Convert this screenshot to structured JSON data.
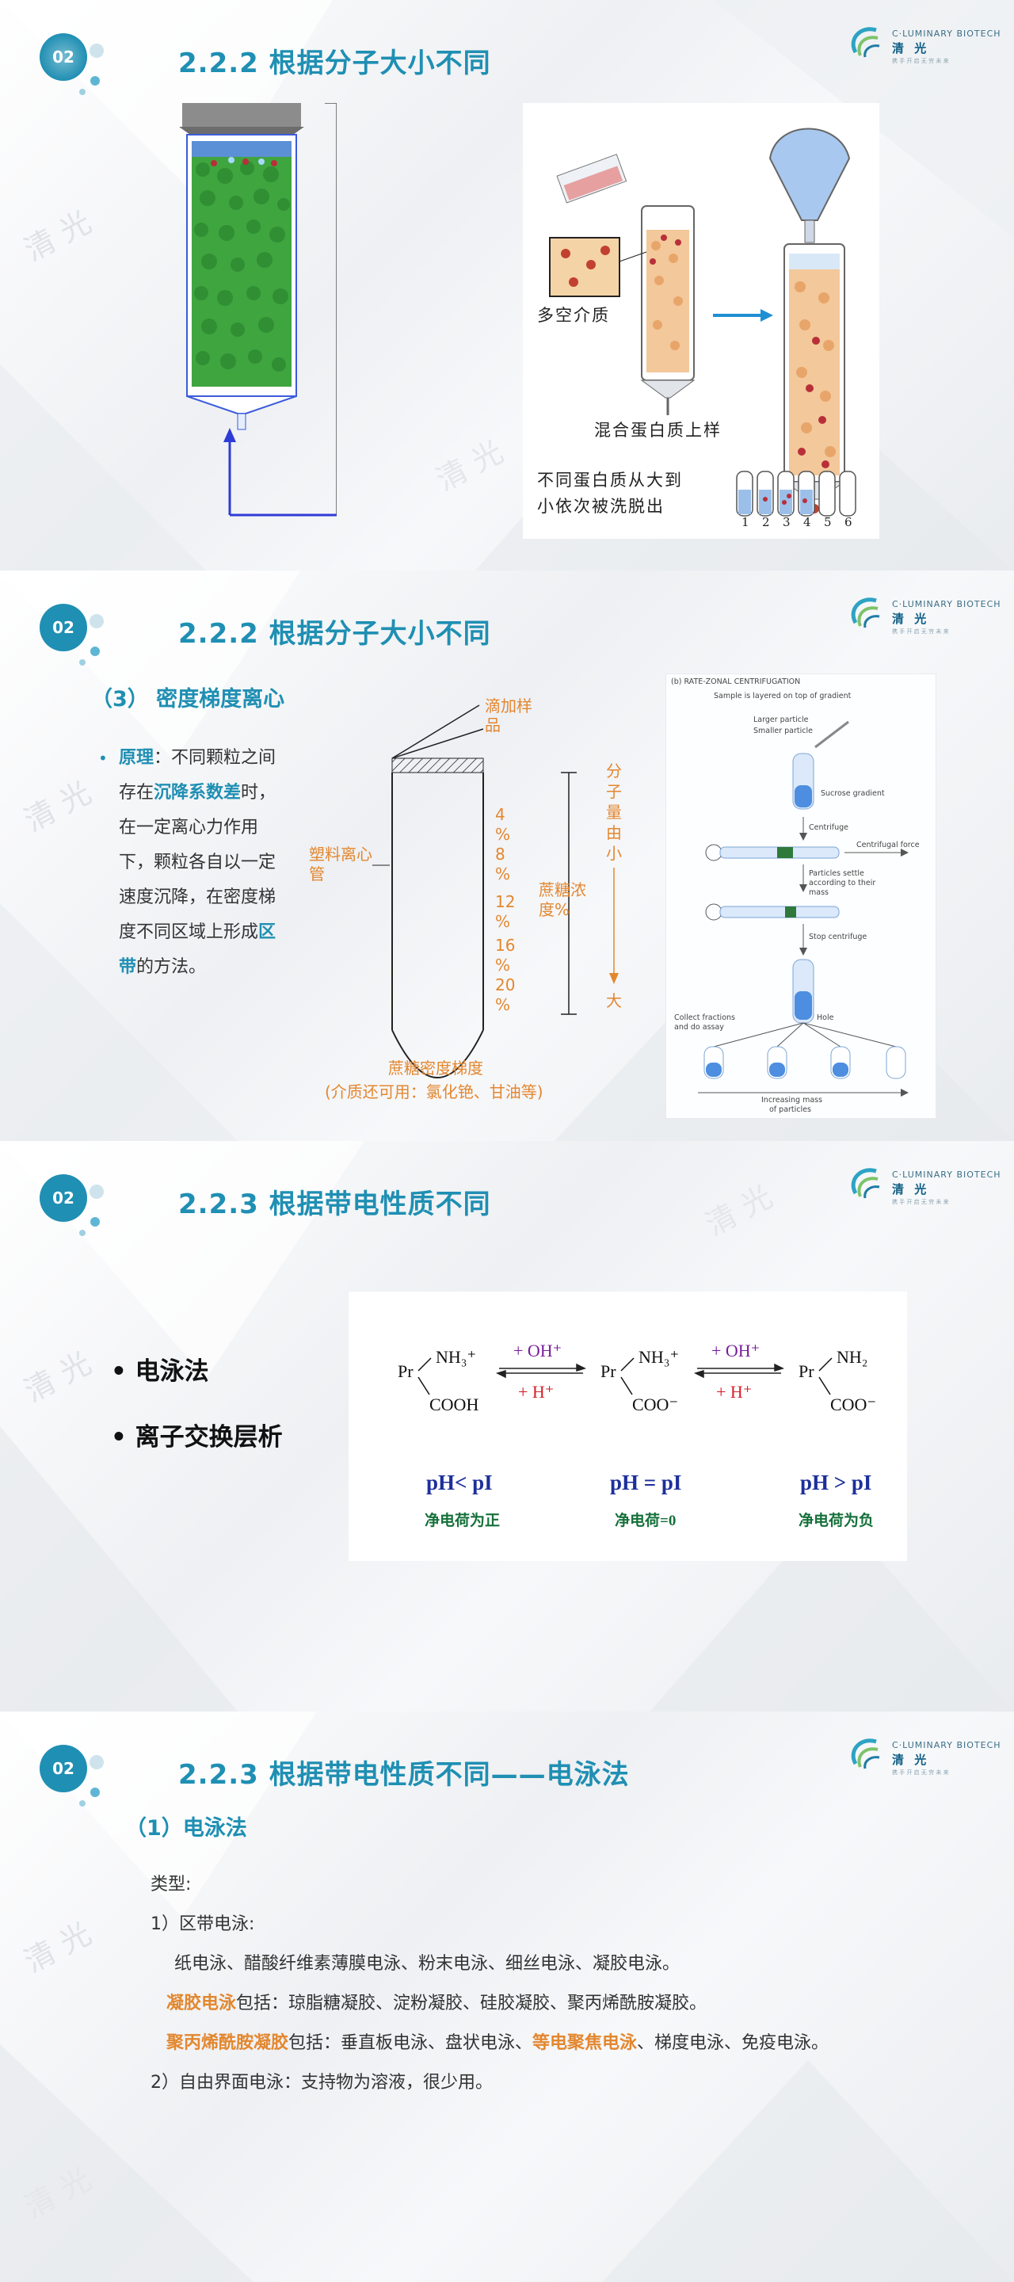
{
  "common": {
    "badge_number": "02",
    "logo_brand": "C·LUMINARY BIOTECH",
    "logo_cn": "清 光",
    "logo_sub": "携 手 开 启 无 穷 未 来",
    "watermark": "清 光"
  },
  "slide1": {
    "title": "2.2.2  根据分子大小不同",
    "label_porous": "多空介质",
    "label_load": "混合蛋白质上样",
    "label_elute_1": "不同蛋白质从大到",
    "label_elute_2": "小依次被洗脱出",
    "fraction_numbers": [
      "1",
      "2",
      "3",
      "4",
      "5",
      "6"
    ]
  },
  "slide2": {
    "title": "2.2.2  根据分子大小不同",
    "subtitle": "（3） 密度梯度离心",
    "principle_label": "原理",
    "principle_a": "：不同颗粒之间存在",
    "principle_hl1": "沉降系数差",
    "principle_b": "时，在一定离心力作用下，颗粒各自以一定速度沉降，在密度梯度不同区域上形成",
    "principle_hl2": "区带",
    "principle_c": "的方法。",
    "diagram": {
      "add_sample_1": "滴加样",
      "add_sample_2": "品",
      "tube_1": "塑料离心",
      "tube_2": "管",
      "percents": [
        "4",
        "%",
        "8",
        "%",
        "12",
        "%",
        "16",
        "%",
        "20",
        "%"
      ],
      "sucrose_1": "蔗糖浓",
      "sucrose_2": "度%",
      "mw_1": "分",
      "mw_2": "子",
      "mw_3": "量",
      "mw_4": "由",
      "mw_5": "小",
      "mw_big": "大",
      "gradient": "蔗糖密度梯度",
      "medium_note": "(介质还可用：氯化铯、甘油等)"
    },
    "ref_figure": {
      "title": "(b) RATE-ZONAL CENTRIFUGATION",
      "step1": "Sample is layered on top of gradient",
      "larger": "Larger particle",
      "smaller": "Smaller particle",
      "sucrose": "Sucrose gradient",
      "centrifuge": "Centrifuge",
      "force": "Centrifugal force",
      "settle_1": "Particles settle",
      "settle_2": "according to their",
      "settle_3": "mass",
      "stop": "Stop centrifuge",
      "hole": "Hole",
      "collect_1": "Collect fractions",
      "collect_2": "and do assay",
      "mass_1": "Increasing mass",
      "mass_2": "of particles"
    }
  },
  "slide3": {
    "title": "2.2.3  根据带电性质不同",
    "methods": [
      "• 电泳法",
      "• 离子交换层析"
    ],
    "equation": {
      "arrow1_top": "+ OH⁺",
      "arrow1_bottom": "+ H⁺",
      "arrow2_top": "+ OH⁺",
      "arrow2_bottom": "+ H⁺",
      "pr": "Pr",
      "nh3_plus": "NH₃⁺",
      "nh2": "NH₂",
      "cooh": "COOH",
      "coo_minus": "COO⁻",
      "cond1": "pH< pI",
      "cond2": "pH = pI",
      "cond3": "pH > pI",
      "charge1": "净电荷为正",
      "charge2": "净电荷=0",
      "charge3": "净电荷为负"
    }
  },
  "slide4": {
    "title": "2.2.3  根据带电性质不同——电泳法",
    "subtitle": "（1）电泳法",
    "type_label": "类型:",
    "zone_label": "1）区带电泳:",
    "zone_list": "纸电泳、醋酸纤维素薄膜电泳、粉末电泳、细丝电泳、凝胶电泳。",
    "gel_label": "凝胶电泳",
    "gel_text": "包括：琼脂糖凝胶、淀粉凝胶、硅胶凝胶、聚丙烯酰胺凝胶。",
    "page_label": "聚丙烯酰胺凝胶",
    "page_text_a": "包括：垂直板电泳、盘状电泳、",
    "page_hl": "等电聚焦电泳",
    "page_text_b": "、梯度电泳、免疫电泳。",
    "free_label": "2）自由界面电泳：支持物为溶液，很少用。"
  },
  "colors": {
    "accent": "#1f8fb3",
    "orange": "#e3872f",
    "red": "#d6202a",
    "eq_blue": "#1d2f9b",
    "eq_purple": "#7a1f9b",
    "eq_green": "#15703a"
  }
}
